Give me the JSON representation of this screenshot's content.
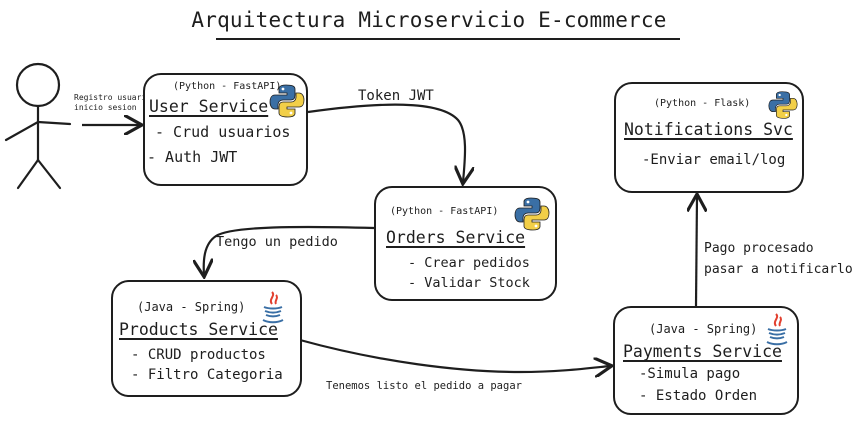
{
  "title": "Arquitectura Microservicio E-commerce",
  "actor_label": [
    "Registro usuario/",
    "inicio sesion"
  ],
  "services": {
    "user": {
      "stack": "(Python - FastAPI)",
      "name": "User Service",
      "lines": [
        "- Crud usuarios",
        "- Auth JWT"
      ],
      "icon": "python-icon"
    },
    "orders": {
      "stack": "(Python - FastAPI)",
      "name": "Orders Service",
      "lines": [
        "- Crear pedidos",
        "- Validar Stock"
      ],
      "icon": "python-icon"
    },
    "products": {
      "stack": "(Java - Spring)",
      "name": "Products Service",
      "lines": [
        "- CRUD productos",
        "- Filtro Categoria"
      ],
      "icon": "java-icon"
    },
    "payments": {
      "stack": "(Java - Spring)",
      "name": "Payments Service",
      "lines": [
        "-Simula pago",
        "- Estado Orden"
      ],
      "icon": "java-icon"
    },
    "notifications": {
      "stack": "(Python - Flask)",
      "name": "Notifications Svc",
      "lines": [
        "-Enviar email/log"
      ],
      "icon": "python-icon"
    }
  },
  "edges": {
    "token_jwt": "Token JWT",
    "tengo_pedido": "Tengo un pedido",
    "listo_pagar": "Tenemos listo el pedido a pagar",
    "pago_procesado": [
      "Pago procesado",
      "pasar a notificarlo"
    ]
  },
  "colors": {
    "stroke": "#1e1e1e",
    "python_blue": "#3a6fa5",
    "python_yellow": "#f2cf48",
    "java_red": "#e2402f",
    "java_blue": "#3a6fa5"
  }
}
